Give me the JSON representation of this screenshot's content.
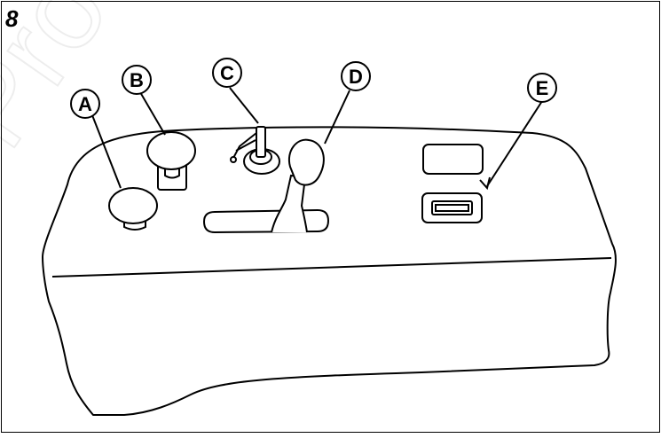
{
  "figure": {
    "number": "8",
    "callouts": {
      "a": "A",
      "b": "B",
      "c": "C",
      "d": "D",
      "e": "E"
    }
  },
  "colors": {
    "line": "#000000",
    "background": "#ffffff",
    "watermark": "#e6e6e6"
  },
  "watermark_text": "Produc"
}
